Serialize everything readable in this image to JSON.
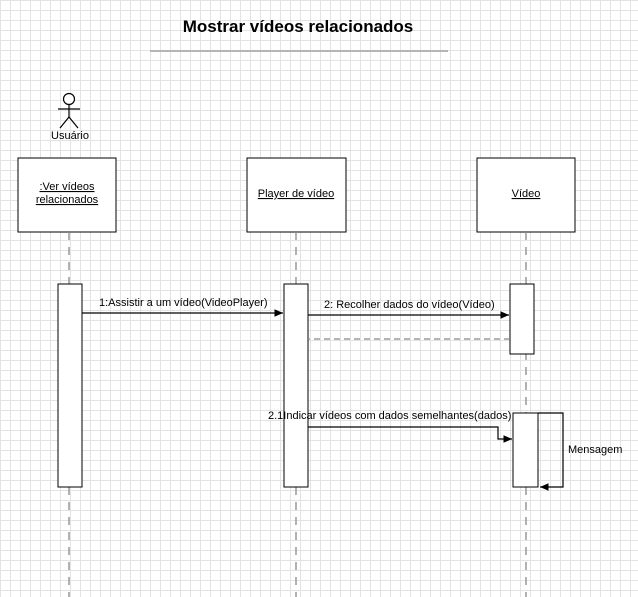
{
  "diagram": {
    "title": "Mostrar vídeos relacionados",
    "actor": {
      "name": "Usuário"
    },
    "lifelines": [
      {
        "line1": ":Ver vídeos",
        "line2": "relacionados"
      },
      {
        "line1": "Player de vídeo",
        "line2": ""
      },
      {
        "line1": "Vídeo",
        "line2": ""
      }
    ],
    "messages": [
      {
        "label": "1:Assistir a um vídeo(VideoPlayer)",
        "kind": "sync"
      },
      {
        "label": "2: Recolher dados do vídeo(Vídeo)",
        "kind": "sync"
      },
      {
        "label": "",
        "kind": "return"
      },
      {
        "label": "2.1Indicar vídeos com dados semelhantes(dados)",
        "kind": "sync"
      },
      {
        "label": "Mensagem",
        "kind": "self"
      }
    ]
  }
}
